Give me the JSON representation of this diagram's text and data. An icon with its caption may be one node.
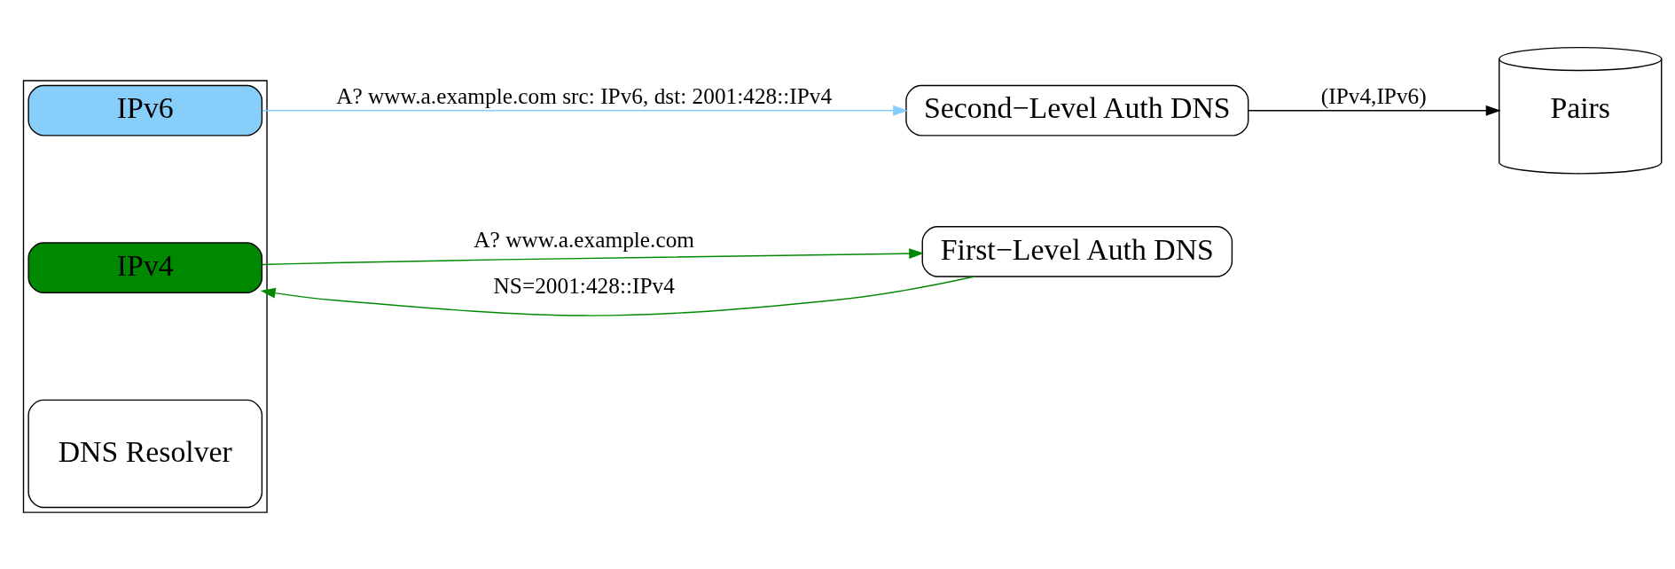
{
  "diagram": {
    "nodes": [
      {
        "text": [],
        "shape": "box"
      },
      {
        "text": [
          "DNS Resolver"
        ],
        "in": 0
      },
      {
        "text": [
          "IPv4"
        ],
        "in": 0
      },
      {
        "text": [
          "IPv6"
        ],
        "in": 0
      },
      {
        "text": [
          "First−Level Auth DNS"
        ]
      },
      {
        "text": [
          "Pairs"
        ]
      },
      {
        "text": [
          "Second−Level Auth DNS"
        ]
      }
    ],
    "edges": [
      {
        "from": 2,
        "to": 4,
        "arrow": "to",
        "label": "A? www.a.example.com",
        "color": "#008800"
      },
      {
        "from": 4,
        "to": 2,
        "arrow": "to",
        "label": "NS=2001:428::IPv4",
        "color": "#008800"
      },
      {
        "from": 3,
        "to": 6,
        "arrow": "to",
        "label": "A? www.a.example.com src: IPv6, dst: 2001:428::IPv4",
        "color": "#87cefa"
      },
      {
        "from": 6,
        "to": 5,
        "arrow": "to",
        "label": "(IPv4,IPv6)",
        "color": "#000000"
      }
    ]
  }
}
